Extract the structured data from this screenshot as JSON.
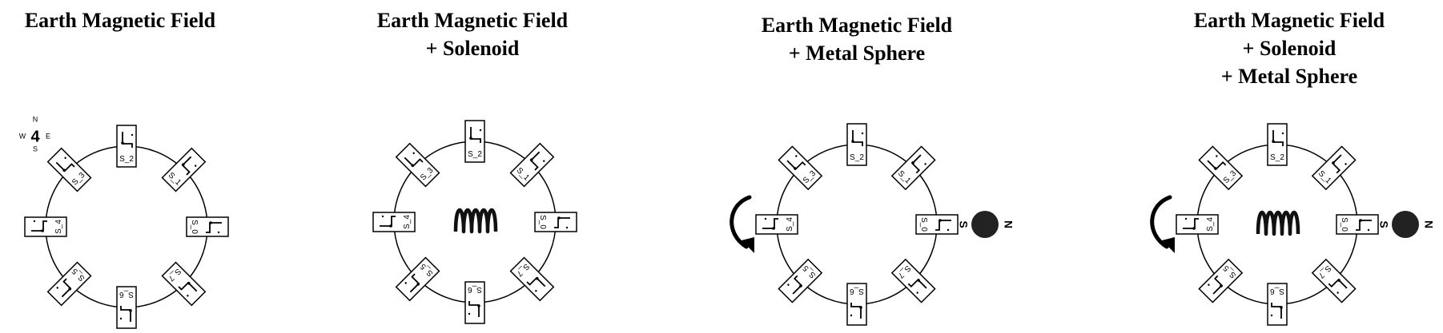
{
  "panels": [
    {
      "id": "earth",
      "title_lines": [
        "Earth Magnetic Field"
      ],
      "solenoid": false,
      "sphere": false,
      "rotation_arrow": false,
      "compass_rose": true
    },
    {
      "id": "solenoid",
      "title_lines": [
        "Earth Magnetic Field",
        "+  Solenoid"
      ],
      "solenoid": true,
      "sphere": false,
      "rotation_arrow": false,
      "compass_rose": false
    },
    {
      "id": "sphere",
      "title_lines": [
        "Earth Magnetic Field",
        "+  Metal Sphere"
      ],
      "solenoid": false,
      "sphere": true,
      "rotation_arrow": true,
      "compass_rose": false
    },
    {
      "id": "solenoid-sphere",
      "title_lines": [
        "Earth Magnetic Field",
        "+  Solenoid",
        "+  Metal Sphere"
      ],
      "solenoid": true,
      "sphere": true,
      "rotation_arrow": true,
      "compass_rose": false
    }
  ],
  "sensor_labels": [
    "S_0",
    "S_1",
    "S_2",
    "S_3",
    "S_4",
    "S_5",
    "S_6",
    "S_7"
  ],
  "compass_rose": {
    "n": "N",
    "s": "S",
    "e": "E",
    "w": "W",
    "center": "4"
  },
  "sphere_poles": {
    "near": "S",
    "far": "N"
  },
  "colors": {
    "ink": "#000000",
    "sphere": "#222222",
    "background": "#ffffff"
  }
}
